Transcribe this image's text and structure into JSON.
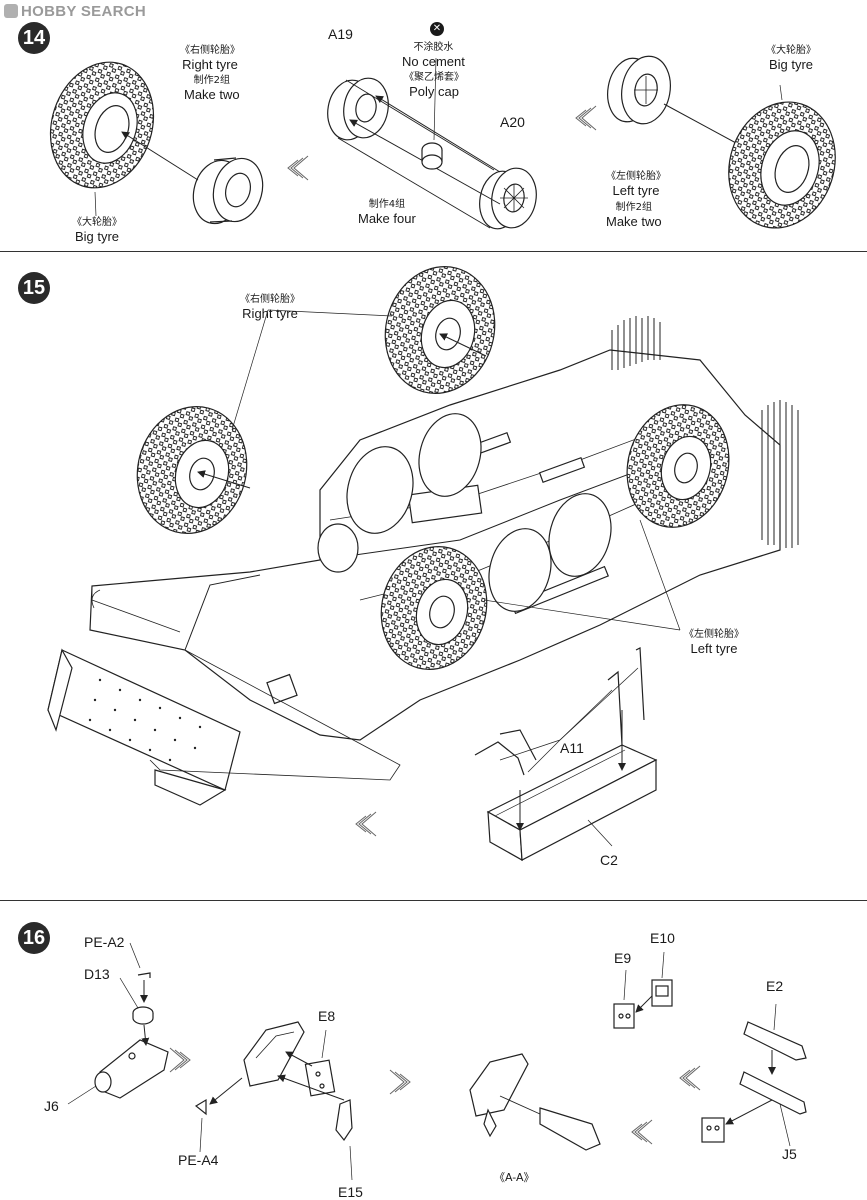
{
  "watermark": {
    "text": "HOBBY SEARCH"
  },
  "steps": [
    {
      "number": "14",
      "labels": {
        "right_tyre": {
          "cn": "《右侧轮胎》",
          "en": "Right tyre"
        },
        "make_two_a": {
          "cn": "制作2组",
          "en": "Make two"
        },
        "big_tyre_left": {
          "cn": "《大轮胎》",
          "en": "Big tyre"
        },
        "no_cement": {
          "cn": "不涂胶水",
          "en": "No cement"
        },
        "poly_cap": {
          "cn": "《聚乙烯套》",
          "en": "Poly cap"
        },
        "make_four": {
          "cn": "制作4组",
          "en": "Make four"
        },
        "big_tyre_right": {
          "cn": "《大轮胎》",
          "en": "Big tyre"
        },
        "left_tyre": {
          "cn": "《左侧轮胎》",
          "en": "Left  tyre"
        },
        "make_two_b": {
          "cn": "制作2组",
          "en": "Make two"
        }
      },
      "parts": {
        "a19": "A19",
        "a20": "A20"
      }
    },
    {
      "number": "15",
      "labels": {
        "right_tyre": {
          "cn": "《右侧轮胎》",
          "en": "Right tyre"
        },
        "left_tyre": {
          "cn": "《左侧轮胎》",
          "en": "Left  tyre"
        }
      },
      "parts": {
        "a11": "A11",
        "c2": "C2"
      }
    },
    {
      "number": "16",
      "parts": {
        "pe_a2": "PE-A2",
        "d13": "D13",
        "j6": "J6",
        "e8": "E8",
        "pe_a4": "PE-A4",
        "e15": "E15",
        "e10": "E10",
        "e9": "E9",
        "e2": "E2",
        "j5": "J5"
      },
      "view_label": "《A-A》"
    }
  ]
}
